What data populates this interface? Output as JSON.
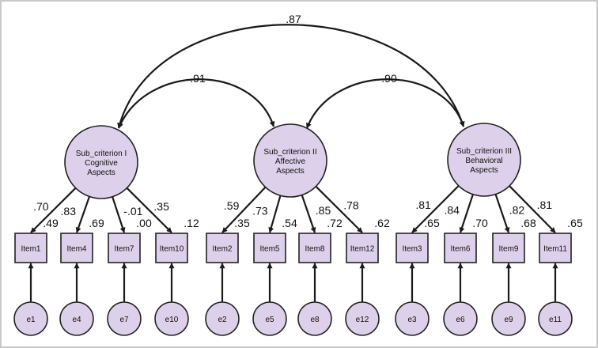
{
  "frame_color": "#c8c8c8",
  "node_fill": "#ddd0ea",
  "covariances": [
    {
      "from": "sub1",
      "to": "sub3",
      "label": ".87"
    },
    {
      "from": "sub1",
      "to": "sub2",
      "label": ".91"
    },
    {
      "from": "sub2",
      "to": "sub3",
      "label": ".90"
    }
  ],
  "latents": [
    {
      "id": "sub1",
      "lines": [
        "Sub_criterion I",
        "Cognitive",
        "Aspects"
      ]
    },
    {
      "id": "sub2",
      "lines": [
        "Sub_criterion II",
        "Affective",
        "Aspects"
      ]
    },
    {
      "id": "sub3",
      "lines": [
        "Sub_criterion III",
        "Behavioral",
        "Aspects"
      ]
    }
  ],
  "items": [
    {
      "id": "Item1",
      "label": "Item1",
      "factor": "sub1",
      "loading": ".70",
      "r2": ".49",
      "error": "e1"
    },
    {
      "id": "Item4",
      "label": "Item4",
      "factor": "sub1",
      "loading": ".83",
      "r2": ".69",
      "error": "e4"
    },
    {
      "id": "Item7",
      "label": "Item7",
      "factor": "sub1",
      "loading": "-.01",
      "r2": ".00",
      "error": "e7"
    },
    {
      "id": "Item10",
      "label": "Item10",
      "factor": "sub1",
      "loading": ".35",
      "r2": ".12",
      "error": "e10"
    },
    {
      "id": "Item2",
      "label": "Item2",
      "factor": "sub2",
      "loading": ".59",
      "r2": ".35",
      "error": "e2"
    },
    {
      "id": "Item5",
      "label": "Item5",
      "factor": "sub2",
      "loading": ".73",
      "r2": ".54",
      "error": "e5"
    },
    {
      "id": "Item8",
      "label": "Item8",
      "factor": "sub2",
      "loading": ".85",
      "r2": ".72",
      "error": "e8"
    },
    {
      "id": "Item12",
      "label": "Item12",
      "factor": "sub2",
      "loading": ".78",
      "r2": ".62",
      "error": "e12"
    },
    {
      "id": "Item3",
      "label": "Item3",
      "factor": "sub3",
      "loading": ".81",
      "r2": ".65",
      "error": "e3"
    },
    {
      "id": "Item6",
      "label": "Item6",
      "factor": "sub3",
      "loading": ".84",
      "r2": ".70",
      "error": "e6"
    },
    {
      "id": "Item9",
      "label": "Item9",
      "factor": "sub3",
      "loading": ".82",
      "r2": ".68",
      "error": "e9"
    },
    {
      "id": "Item11",
      "label": "Item11",
      "factor": "sub3",
      "loading": ".81",
      "r2": ".65",
      "error": "e11"
    }
  ]
}
